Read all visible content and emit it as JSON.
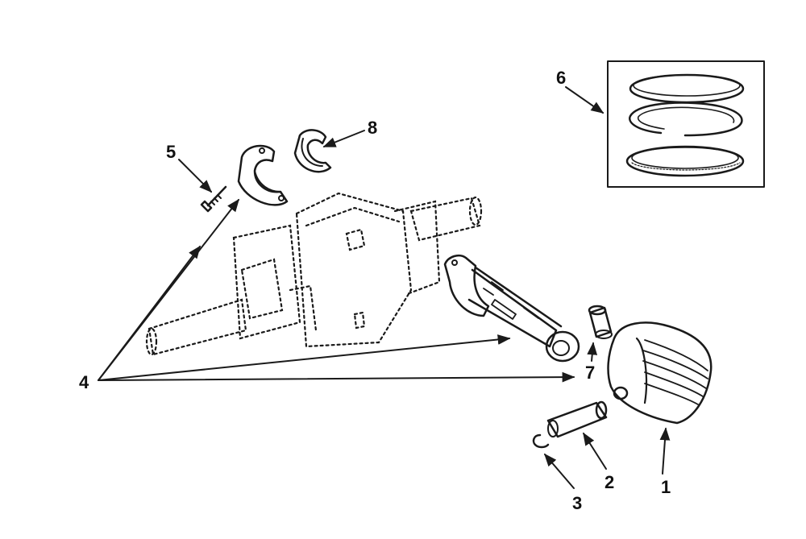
{
  "callouts": {
    "c1": "1",
    "c2": "2",
    "c3": "3",
    "c4": "4",
    "c5": "5",
    "c6": "6",
    "c7": "7",
    "c8": "8"
  },
  "colors": {
    "ink": "#1a1a1a",
    "background": "#ffffff"
  }
}
